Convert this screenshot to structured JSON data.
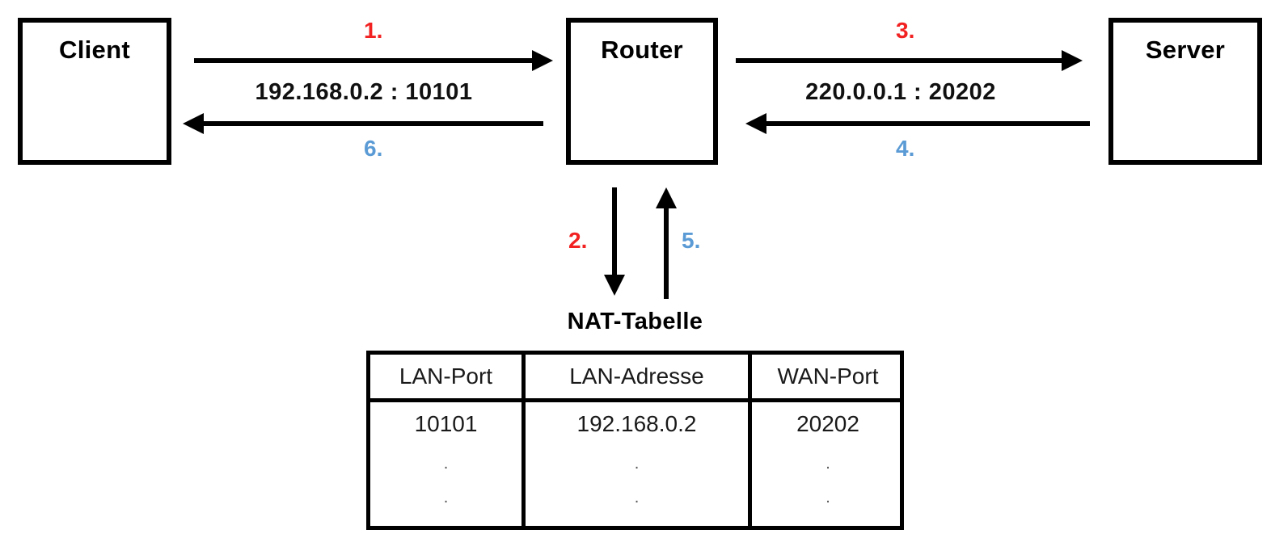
{
  "nodes": {
    "client": "Client",
    "router": "Router",
    "server": "Server"
  },
  "flows": {
    "lan": {
      "address_label": "192.168.0.2 : 10101",
      "outbound_step": "1.",
      "inbound_step": "6."
    },
    "wan": {
      "address_label": "220.0.0.1 : 20202",
      "outbound_step": "3.",
      "inbound_step": "4."
    },
    "nat_lookup": {
      "down_step": "2.",
      "up_step": "5."
    }
  },
  "nat_table": {
    "title": "NAT-Tabelle",
    "headers": [
      "LAN-Port",
      "LAN-Adresse",
      "WAN-Port"
    ],
    "rows": [
      [
        "10101",
        "192.168.0.2",
        "20202"
      ]
    ],
    "continuation_marks": [
      [
        ".",
        ".",
        "."
      ],
      [
        ".",
        ".",
        "."
      ]
    ]
  },
  "colors": {
    "step_outbound": "#f22222",
    "step_inbound": "#5b9bd5",
    "stroke": "#000000",
    "background": "#ffffff"
  }
}
